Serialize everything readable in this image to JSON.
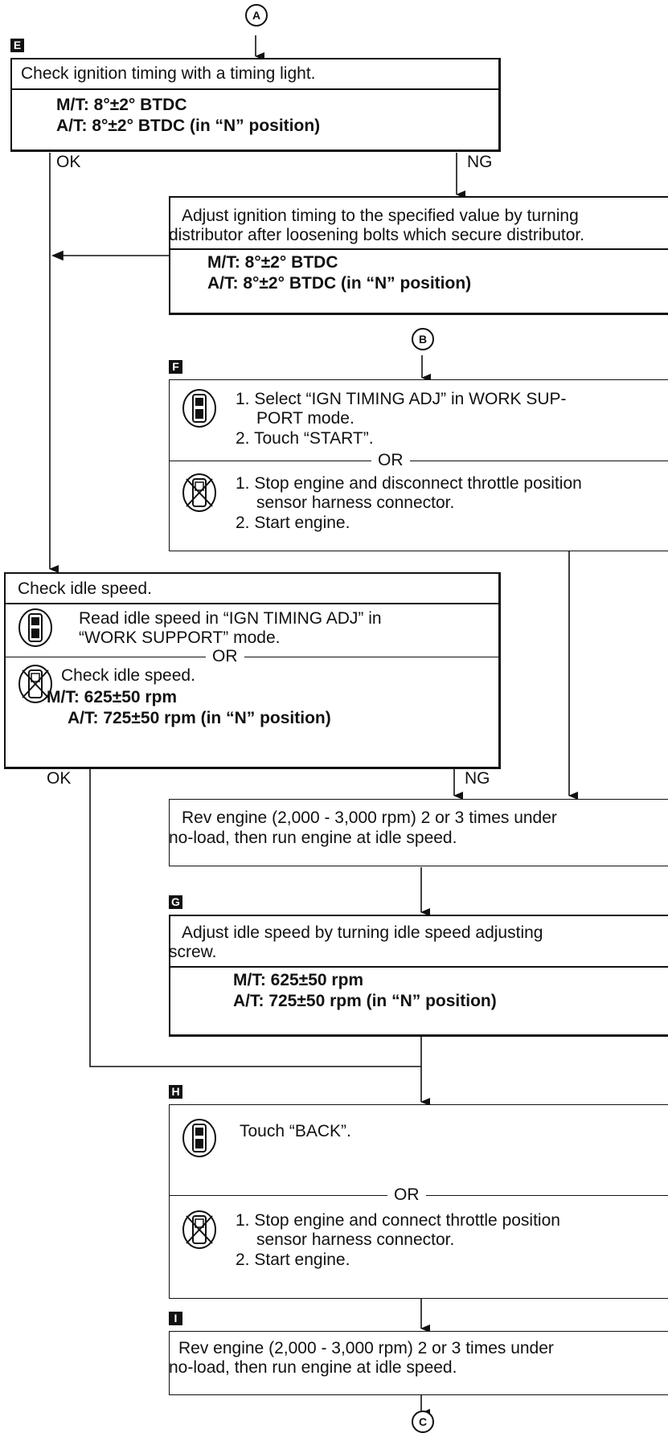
{
  "connectors": {
    "A": "A",
    "B": "B",
    "C": "C"
  },
  "markers": {
    "E": "E",
    "F": "F",
    "G": "G",
    "H": "H",
    "I": "I"
  },
  "branch": {
    "ok": "OK",
    "ng": "NG",
    "or": "OR"
  },
  "step_e": {
    "title": "Check ignition timing with a timing light.",
    "spec_mt": "M/T: 8°±2° BTDC",
    "spec_at": "A/T: 8°±2° BTDC (in “N” position)"
  },
  "adjust_timing": {
    "line1": "Adjust ignition timing to the specified value by turning",
    "line2": "distributor after loosening bolts which secure distributor.",
    "spec_mt": "M/T: 8°±2° BTDC",
    "spec_at": "A/T: 8°±2° BTDC (in “N” position)"
  },
  "step_f": {
    "consult_1a": "1.  Select “IGN TIMING ADJ” in WORK SUP-",
    "consult_1b": "PORT mode.",
    "consult_2": "2.  Touch “START”.",
    "manual_1a": "1.  Stop engine and disconnect throttle position",
    "manual_1b": "sensor harness connector.",
    "manual_2": "2.  Start engine."
  },
  "check_idle": {
    "title": "Check idle speed.",
    "consult_a": "Read idle speed in “IGN TIMING ADJ” in",
    "consult_b": "“WORK SUPPORT” mode.",
    "manual": "Check idle speed.",
    "spec_mt": "M/T: 625±50 rpm",
    "spec_at": "A/T: 725±50 rpm (in “N” position)"
  },
  "rev_1": {
    "line1": "Rev engine (2,000 - 3,000 rpm) 2 or 3 times under",
    "line2": "no-load, then run engine at idle speed."
  },
  "step_g": {
    "line1": "Adjust idle speed by turning idle speed adjusting",
    "line2": "screw.",
    "spec_mt": "M/T: 625±50 rpm",
    "spec_at": "A/T: 725±50 rpm (in “N” position)"
  },
  "step_h": {
    "consult": "Touch “BACK”.",
    "manual_1a": "1.  Stop engine and connect throttle position",
    "manual_1b": "sensor harness connector.",
    "manual_2": "2.  Start engine."
  },
  "step_i": {
    "line1": "Rev engine (2,000 - 3,000 rpm) 2 or 3 times under",
    "line2": "no-load, then run engine at idle speed."
  },
  "icons": {
    "consult": "consult-tester-icon",
    "no_tools": "no-tools-icon"
  }
}
